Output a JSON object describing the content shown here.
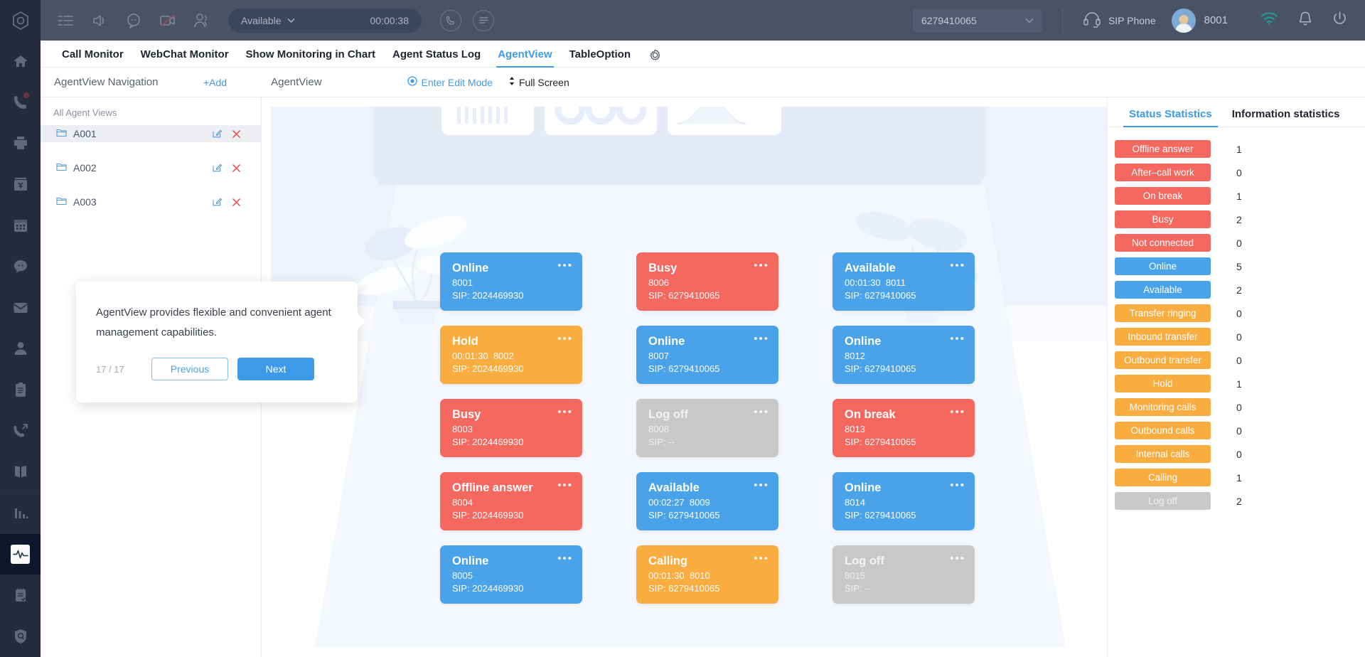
{
  "topbar": {
    "logo_icon": "hexagon-logo-icon",
    "icons": [
      "list-indent-icon",
      "speaker-icon",
      "chat-bubble-icon",
      "no-video-icon",
      "contacts-icon"
    ],
    "status": {
      "label": "Available",
      "chevron": "chevron-down-icon",
      "timer": "00:00:38"
    },
    "round_icons": [
      "phone-call-icon",
      "message-icon"
    ],
    "number_select": {
      "value": "6279410065",
      "chevron": "chevron-down-icon"
    },
    "sip_phone_label": "SIP Phone",
    "headset_icon": "headset-icon",
    "extension": "8001",
    "right_icons": [
      "wifi-icon",
      "bell-icon",
      "power-icon"
    ]
  },
  "rail": {
    "items": [
      {
        "icon": "home-icon"
      },
      {
        "icon": "phone-icon",
        "badge": true
      },
      {
        "icon": "printer-icon"
      },
      {
        "icon": "billing-icon"
      },
      {
        "icon": "calendar-icon"
      },
      {
        "icon": "chat-icon"
      },
      {
        "icon": "mail-icon"
      },
      {
        "icon": "user-icon"
      },
      {
        "icon": "clipboard-icon"
      },
      {
        "icon": "outbound-call-icon"
      },
      {
        "icon": "book-icon"
      },
      {
        "icon": "bar-chart-icon"
      },
      {
        "icon": "monitor-pulse-icon",
        "active": true
      },
      {
        "icon": "notes-check-icon"
      },
      {
        "icon": "quality-icon"
      }
    ]
  },
  "navtabs": {
    "items": [
      {
        "label": "Call Monitor",
        "active": false
      },
      {
        "label": "WebChat Monitor",
        "active": false
      },
      {
        "label": "Show Monitoring in Chart",
        "active": false
      },
      {
        "label": "Agent Status Log",
        "active": false
      },
      {
        "label": "AgentView",
        "active": true
      },
      {
        "label": "TableOption",
        "active": false
      }
    ],
    "gear_icon": "gear-icon"
  },
  "subheader": {
    "nav_title": "AgentView Navigation",
    "add_label": "+Add",
    "view_label": "AgentView",
    "edit_mode_label": "Enter Edit Mode",
    "edit_mode_icon": "target-icon",
    "full_screen_label": "Full Screen",
    "full_screen_icon": "updown-arrow-icon"
  },
  "leftpanel": {
    "header": "All Agent Views",
    "items": [
      {
        "name": "A001",
        "selected": true,
        "folder_icon": "folder-icon",
        "edit_icon": "edit-icon",
        "delete_icon": "close-icon"
      },
      {
        "name": "A002",
        "selected": false,
        "folder_icon": "folder-icon",
        "edit_icon": "edit-icon",
        "delete_icon": "close-icon"
      },
      {
        "name": "A003",
        "selected": false,
        "folder_icon": "folder-icon",
        "edit_icon": "edit-icon",
        "delete_icon": "close-icon"
      }
    ]
  },
  "popover": {
    "text": "AgentView provides flexible and convenient agent management capabilities.",
    "counter": "17 / 17",
    "previous_label": "Previous",
    "next_label": "Next"
  },
  "agent_cards": [
    {
      "status": "Online",
      "timer": "",
      "ext": "8001",
      "sip": "SIP: 2024469930",
      "color": "blue",
      "menu_icon": "more-icon"
    },
    {
      "status": "Busy",
      "timer": "",
      "ext": "8006",
      "sip": "SIP: 6279410065",
      "color": "red",
      "menu_icon": "more-icon"
    },
    {
      "status": "Available",
      "timer": "00:01:30",
      "ext": "8011",
      "sip": "SIP: 6279410065",
      "color": "blue",
      "menu_icon": "more-icon"
    },
    {
      "status": "Hold",
      "timer": "00:01:30",
      "ext": "8002",
      "sip": "SIP: 2024469930",
      "color": "orange",
      "menu_icon": "more-icon"
    },
    {
      "status": "Online",
      "timer": "",
      "ext": "8007",
      "sip": "SIP: 6279410065",
      "color": "blue",
      "menu_icon": "more-icon"
    },
    {
      "status": "Online",
      "timer": "",
      "ext": "8012",
      "sip": "SIP: 6279410065",
      "color": "blue",
      "menu_icon": "more-icon"
    },
    {
      "status": "Busy",
      "timer": "",
      "ext": "8003",
      "sip": "SIP: 2024469930",
      "color": "red",
      "menu_icon": "more-icon"
    },
    {
      "status": "Log off",
      "timer": "",
      "ext": "8008",
      "sip": "SIP: --",
      "color": "gray",
      "menu_icon": "more-icon"
    },
    {
      "status": "On break",
      "timer": "",
      "ext": "8013",
      "sip": "SIP: 6279410065",
      "color": "red",
      "menu_icon": "more-icon"
    },
    {
      "status": "Offline answer",
      "timer": "",
      "ext": "8004",
      "sip": "SIP: 2024469930",
      "color": "red",
      "menu_icon": "more-icon"
    },
    {
      "status": "Available",
      "timer": "00:02:27",
      "ext": "8009",
      "sip": "SIP: 6279410065",
      "color": "blue",
      "menu_icon": "more-icon"
    },
    {
      "status": "Online",
      "timer": "",
      "ext": "8014",
      "sip": "SIP: 6279410065",
      "color": "blue",
      "menu_icon": "more-icon"
    },
    {
      "status": "Online",
      "timer": "",
      "ext": "8005",
      "sip": "SIP: 2024469930",
      "color": "blue",
      "menu_icon": "more-icon"
    },
    {
      "status": "Calling",
      "timer": "00:01:30",
      "ext": "8010",
      "sip": "SIP: 6279410065",
      "color": "orange",
      "menu_icon": "more-icon"
    },
    {
      "status": "Log off",
      "timer": "",
      "ext": "8015",
      "sip": "SIP: --",
      "color": "gray",
      "menu_icon": "more-icon"
    }
  ],
  "rightpanel": {
    "tabs": [
      {
        "label": "Status Statistics",
        "active": true
      },
      {
        "label": "Information statistics",
        "active": false
      }
    ],
    "stats": [
      {
        "label": "Offline answer",
        "value": "1",
        "color": "red"
      },
      {
        "label": "After–call work",
        "value": "0",
        "color": "red"
      },
      {
        "label": "On break",
        "value": "1",
        "color": "red"
      },
      {
        "label": "Busy",
        "value": "2",
        "color": "red"
      },
      {
        "label": "Not connected",
        "value": "0",
        "color": "red"
      },
      {
        "label": "Online",
        "value": "5",
        "color": "blue"
      },
      {
        "label": "Available",
        "value": "2",
        "color": "blue"
      },
      {
        "label": "Transfer ringing",
        "value": "0",
        "color": "orange"
      },
      {
        "label": "Inbound transfer",
        "value": "0",
        "color": "orange"
      },
      {
        "label": "Outbound transfer",
        "value": "0",
        "color": "orange"
      },
      {
        "label": "Hold",
        "value": "1",
        "color": "orange"
      },
      {
        "label": "Monitoring calls",
        "value": "0",
        "color": "orange"
      },
      {
        "label": "Outbound calls",
        "value": "0",
        "color": "orange"
      },
      {
        "label": "Internal calls",
        "value": "0",
        "color": "orange"
      },
      {
        "label": "Calling",
        "value": "1",
        "color": "orange"
      },
      {
        "label": "Log off",
        "value": "2",
        "color": "gray"
      }
    ]
  },
  "colors": {
    "accent": "#3c9ae8",
    "status_blue": "#4aa3e8",
    "status_red": "#f4685f",
    "status_orange": "#f9ac40",
    "status_gray": "#c8c8c8",
    "topbar_bg": "#4a5266",
    "rail_bg": "#262c3e"
  }
}
